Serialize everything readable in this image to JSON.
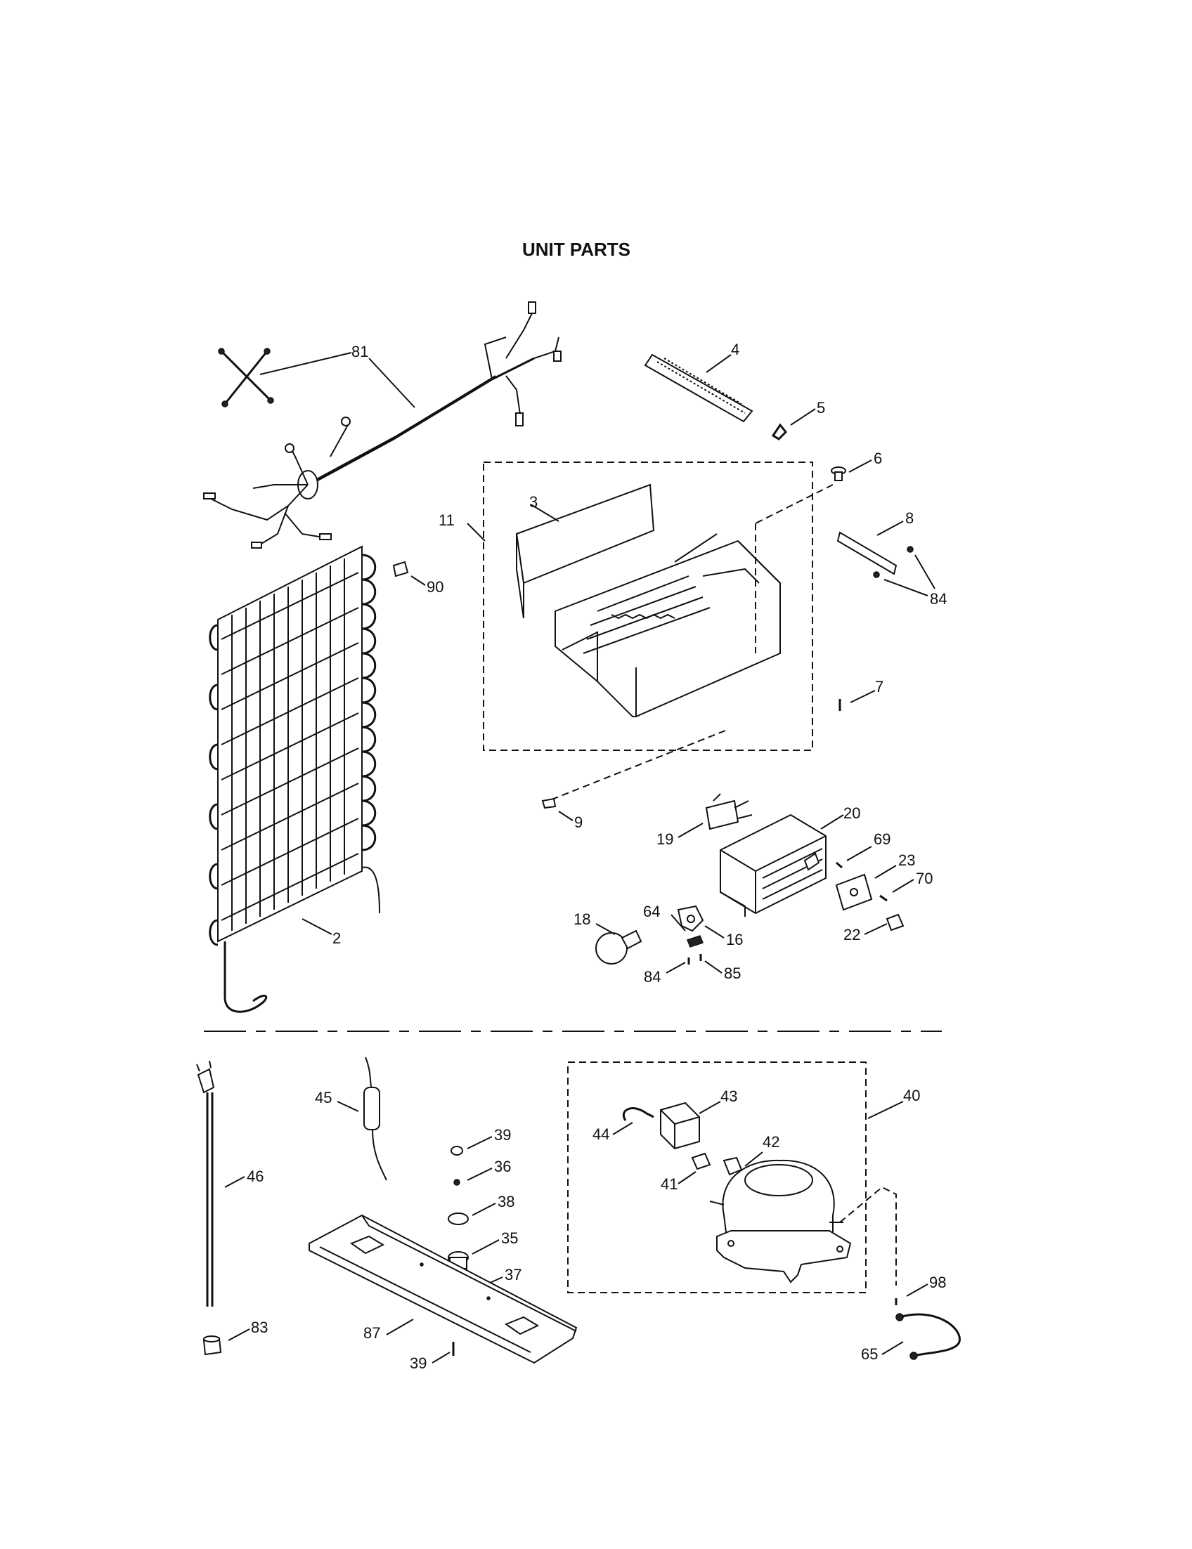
{
  "title": "UNIT PARTS",
  "callouts": {
    "c81": "81",
    "c4": "4",
    "c5": "5",
    "c6": "6",
    "c3": "3",
    "c11": "11",
    "c8": "8",
    "c84a": "84",
    "c90": "90",
    "c7": "7",
    "c9": "9",
    "c20": "20",
    "c19": "19",
    "c69": "69",
    "c23": "23",
    "c70": "70",
    "c18": "18",
    "c64": "64",
    "c16": "16",
    "c22": "22",
    "c84b": "84",
    "c85": "85",
    "c2": "2",
    "c45": "45",
    "c39a": "39",
    "c36": "36",
    "c38": "38",
    "c35": "35",
    "c37": "37",
    "c46": "46",
    "c87": "87",
    "c39b": "39",
    "c83": "83",
    "c43": "43",
    "c40": "40",
    "c44": "44",
    "c42": "42",
    "c41": "41",
    "c98": "98",
    "c65": "65"
  }
}
